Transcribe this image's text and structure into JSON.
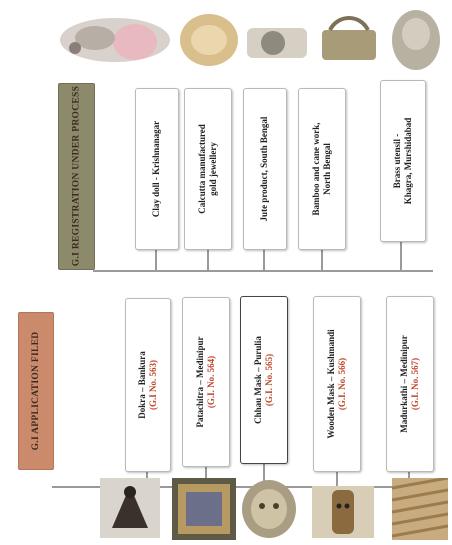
{
  "categories": {
    "registered": "G.I APPLICATION FILED",
    "pending": "G.I REGISTRATION UNDER PROCESS"
  },
  "under_process": [
    {
      "line1": "Clay doll - Krishnanagar",
      "line2": ""
    },
    {
      "line1": "Calcutta manufactured",
      "line2": "gold jewellery"
    },
    {
      "line1": "Jute product, South Bengal",
      "line2": ""
    },
    {
      "line1": "Bamboo and cane work,",
      "line2": "North Bengal"
    },
    {
      "line1": "Brass utensil -",
      "line2": "Khagra, Murshidabad"
    }
  ],
  "filed": [
    {
      "line1": "Dokra – Bankura",
      "line2": "(G.I No. 563)"
    },
    {
      "line1": "Patachitra – Medinipur",
      "line2": "(G.I. No. 564)"
    },
    {
      "line1": "Chhau Mask – Purulia",
      "line2": "(G.I. No. 565)"
    },
    {
      "line1": "Wooden Mask – Kushmandi",
      "line2": "(G.I. No. 566)"
    },
    {
      "line1": "Madurkathi – Medinipur",
      "line2": "(G.I. No. 567)"
    }
  ],
  "colors": {
    "filed_category": "#cc8a6c",
    "process_category": "#8c8a6a",
    "gi_number": "#c0462a"
  }
}
